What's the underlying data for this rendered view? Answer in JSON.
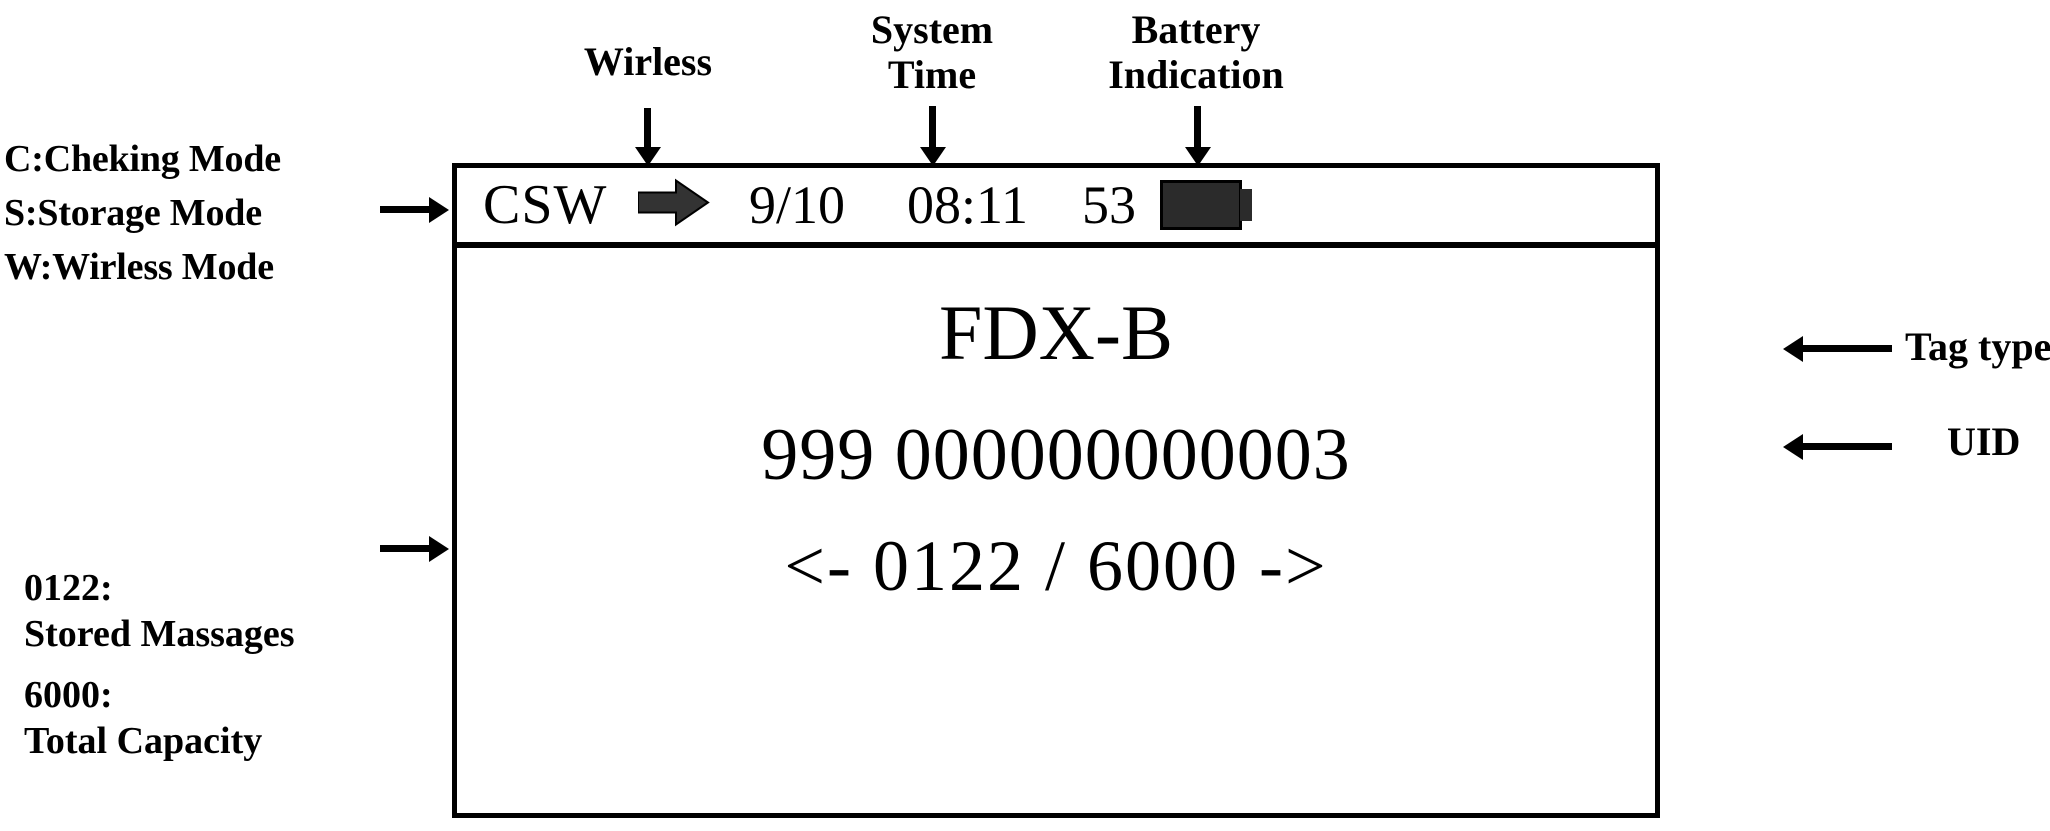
{
  "annotations": {
    "wireless": "Wirless",
    "system_time": "System\nTime",
    "battery_indication": "Battery\nIndication",
    "tag_type": "Tag type",
    "uid": "UID"
  },
  "mode_legend": {
    "line1": "C:Cheking Mode",
    "line2": "S:Storage Mode",
    "line3": "W:Wirless Mode"
  },
  "capacity_legend": {
    "stored_value": "0122:",
    "stored_label": "Stored Massages",
    "total_value": "6000:",
    "total_label": "Total Capacity"
  },
  "lcd": {
    "status_bar": {
      "mode": "CSW",
      "wireless_icon": "right-arrow-icon",
      "date": "9/10",
      "time": "08:11",
      "battery_percent": "53",
      "battery_icon": "battery-full-icon"
    },
    "tag_type": "FDX-B",
    "uid": "999 000000000003",
    "pager": {
      "prev_icon": "<-",
      "current": "0122",
      "separator": "/",
      "total": "6000",
      "next_icon": "->",
      "full_text": "<-  0122  / 6000  ->"
    }
  },
  "colors": {
    "ink": "#000000",
    "background": "#ffffff",
    "battery_fill": "#2b2b2b"
  }
}
